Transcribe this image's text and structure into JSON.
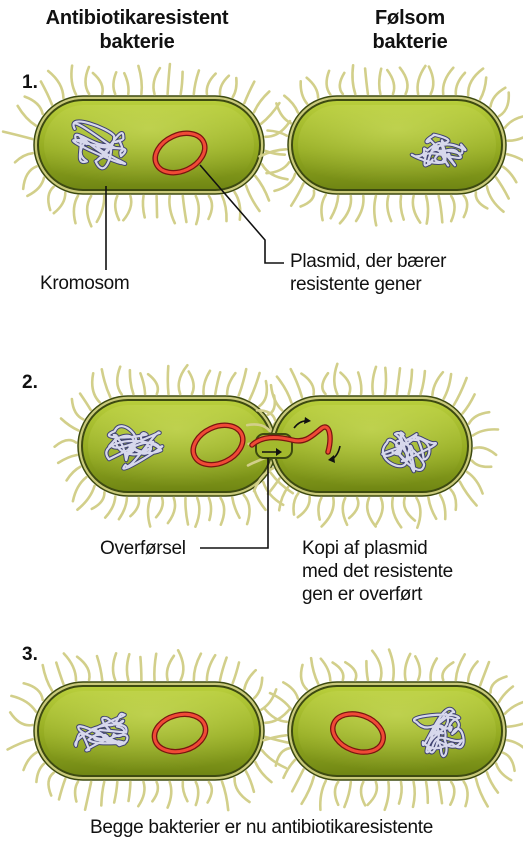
{
  "headings": {
    "left": [
      "Antibiotikaresistent",
      "bakterie"
    ],
    "right": [
      "Følsom",
      "bakterie"
    ]
  },
  "steps": [
    "1.",
    "2.",
    "3."
  ],
  "labels": {
    "chromosome": "Kromosom",
    "plasmid": [
      "Plasmid, der bærer",
      "resistente gener"
    ],
    "transfer": "Overførsel",
    "copy": [
      "Kopi af plasmid",
      "med det resistente",
      "gen er overført"
    ],
    "conclusion": "Begge bakterier er nu antibiotikaresistente"
  },
  "colors": {
    "cell_fill": "#9ab228",
    "cell_outline": "#3d4a10",
    "pili": "#d2cf8a",
    "plasmid": "#d8291f",
    "chromosome": "#6c6f9e"
  }
}
